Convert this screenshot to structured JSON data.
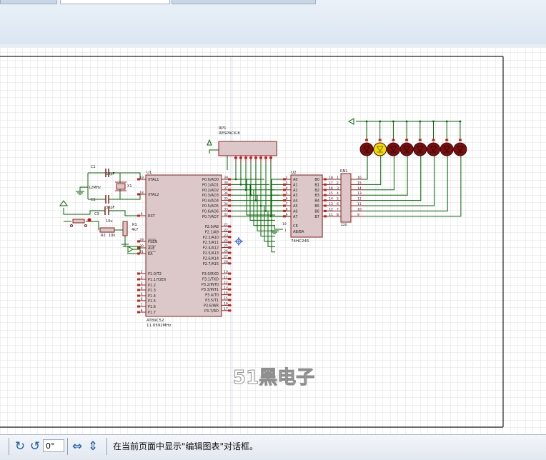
{
  "components": {
    "rp1": {
      "ref": "RP1",
      "value": "RESPACK-8"
    },
    "u1": {
      "ref": "U1",
      "part": "AT89C52",
      "clock": "11.0592MHz",
      "left_pins": [
        "XTAL1",
        "XTAL2",
        "RST",
        "PSEN",
        "ALE",
        "EA",
        "P1.0/T2",
        "P1.1/T2EX",
        "P1.2",
        "P1.3",
        "P1.4",
        "P1.5",
        "P1.6",
        "P1.7"
      ],
      "left_nums": [
        "19",
        "18",
        "9",
        "29",
        "30",
        "31",
        "1",
        "2",
        "3",
        "4",
        "5",
        "6",
        "7",
        "8"
      ],
      "right_pins": [
        "P0.0/AD0",
        "P0.1/AD1",
        "P0.2/AD2",
        "P0.3/AD3",
        "P0.4/AD4",
        "P0.5/AD5",
        "P0.6/AD6",
        "P0.7/AD7",
        "P2.0/A8",
        "P2.1/A9",
        "P2.2/A10",
        "P2.3/A11",
        "P2.4/A12",
        "P2.5/A13",
        "P2.6/A14",
        "P2.7/A15",
        "P3.0/RXD",
        "P3.1/TXD",
        "P3.2/INT0",
        "P3.3/INT1",
        "P3.4/T0",
        "P3.5/T1",
        "P3.6/WR",
        "P3.7/RD"
      ],
      "right_nums": [
        "39",
        "38",
        "37",
        "36",
        "35",
        "34",
        "33",
        "32",
        "21",
        "22",
        "23",
        "24",
        "25",
        "26",
        "27",
        "28",
        "10",
        "11",
        "12",
        "13",
        "14",
        "15",
        "16",
        "17"
      ]
    },
    "u2": {
      "ref": "U2",
      "part": "74HC245",
      "a_pins": [
        "A0",
        "A1",
        "A2",
        "A3",
        "A4",
        "A5",
        "A6",
        "A7"
      ],
      "a_nums": [
        "2",
        "3",
        "4",
        "5",
        "6",
        "7",
        "8",
        "9"
      ],
      "b_pins": [
        "B0",
        "B1",
        "B2",
        "B3",
        "B4",
        "B5",
        "B6",
        "B7"
      ],
      "b_nums": [
        "18",
        "17",
        "16",
        "15",
        "14",
        "13",
        "12",
        "11"
      ],
      "ce": "CE",
      "ab": "AB/BA",
      "ce_num": "19",
      "ab_num": "1"
    },
    "rn1": {
      "ref": "RN1",
      "value": "220",
      "left_nums": [
        "1",
        "2",
        "3",
        "4",
        "5",
        "6",
        "7",
        "8"
      ],
      "right_nums": [
        "16",
        "15",
        "14",
        "13",
        "12",
        "11",
        "10",
        "9"
      ]
    },
    "c1": {
      "ref": "C1",
      "value": "30pF"
    },
    "c2": {
      "ref": "C2",
      "value": "30pF"
    },
    "c3": {
      "ref": "C3",
      "value": "10u"
    },
    "x1": {
      "ref": "X1",
      "value": "12MHz"
    },
    "r1": {
      "ref": "R1",
      "value": "4k7"
    },
    "r2": {
      "ref": "R2",
      "value": "10k"
    }
  },
  "watermark": "51黑电子",
  "status": {
    "rotation": "0°",
    "message": "在当前页面中显示\"编辑图表\"对话框。"
  },
  "colors": {
    "wire": "#006600",
    "component": "#8c1c1c",
    "body_fill": "#dcc8c8",
    "led_on": "#f0dc00",
    "led_off": "#7a0f0f",
    "grid": "#e0e0e0",
    "pin_marker": "#d11c1c",
    "accent": "#1a5ea8"
  },
  "icons": [
    "rotate-clockwise-icon",
    "rotate-anticlockwise-icon",
    "mirror-horizontal-icon",
    "mirror-vertical-icon"
  ]
}
